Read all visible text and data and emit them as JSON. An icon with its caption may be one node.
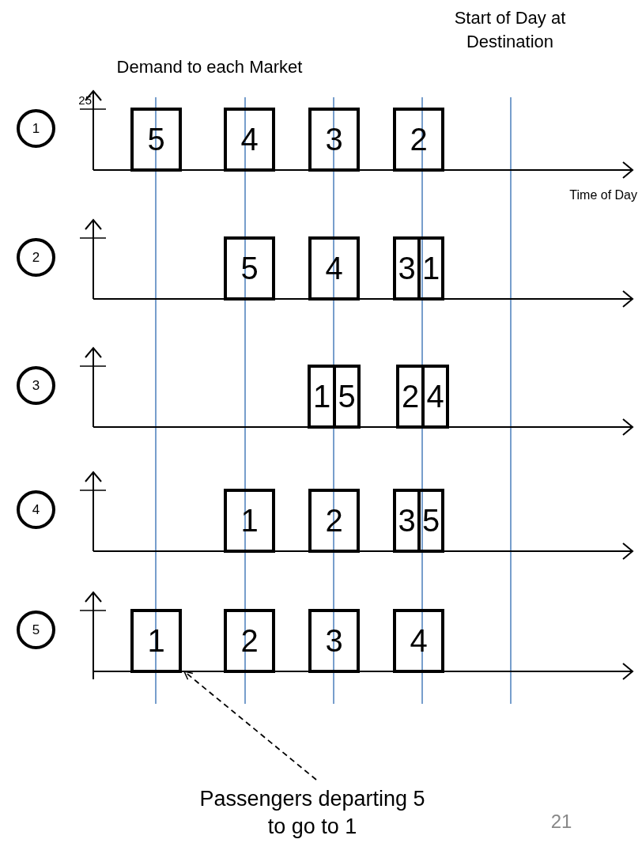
{
  "diagram": {
    "nodes": [
      {
        "text": [
          "1"
        ]
      },
      {
        "text": [
          "5"
        ]
      },
      {
        "text": [
          "4"
        ]
      },
      {
        "text": [
          "3"
        ]
      },
      {
        "text": [
          "2"
        ]
      },
      {
        "text": [
          "2"
        ]
      },
      {
        "text": [
          "5"
        ]
      },
      {
        "text": [
          "4"
        ]
      },
      {
        "text": [
          "3"
        ]
      },
      {
        "text": [
          "1"
        ]
      },
      {
        "text": [
          "3"
        ]
      },
      {
        "text": [
          "1"
        ]
      },
      {
        "text": [
          "5"
        ]
      },
      {
        "text": [
          "2"
        ]
      },
      {
        "text": [
          "4"
        ]
      },
      {
        "text": [
          "4"
        ]
      },
      {
        "text": [
          "1"
        ]
      },
      {
        "text": [
          "2"
        ]
      },
      {
        "text": [
          "3"
        ]
      },
      {
        "text": [
          "5"
        ]
      },
      {
        "text": [
          "5"
        ]
      },
      {
        "text": [
          "1"
        ]
      },
      {
        "text": [
          "2"
        ]
      },
      {
        "text": [
          "3"
        ]
      },
      {
        "text": [
          "4"
        ]
      },
      {
        "text": [
          "Passengers departing 5 to go to 1"
        ]
      }
    ],
    "edges": [
      {
        "from": 25,
        "to": 21,
        "arrow": "to",
        "style": "dashed"
      }
    ],
    "labels": [
      "Start of Day at Destination",
      "Demand to each Market",
      "25",
      "Time of Day",
      "21"
    ]
  }
}
